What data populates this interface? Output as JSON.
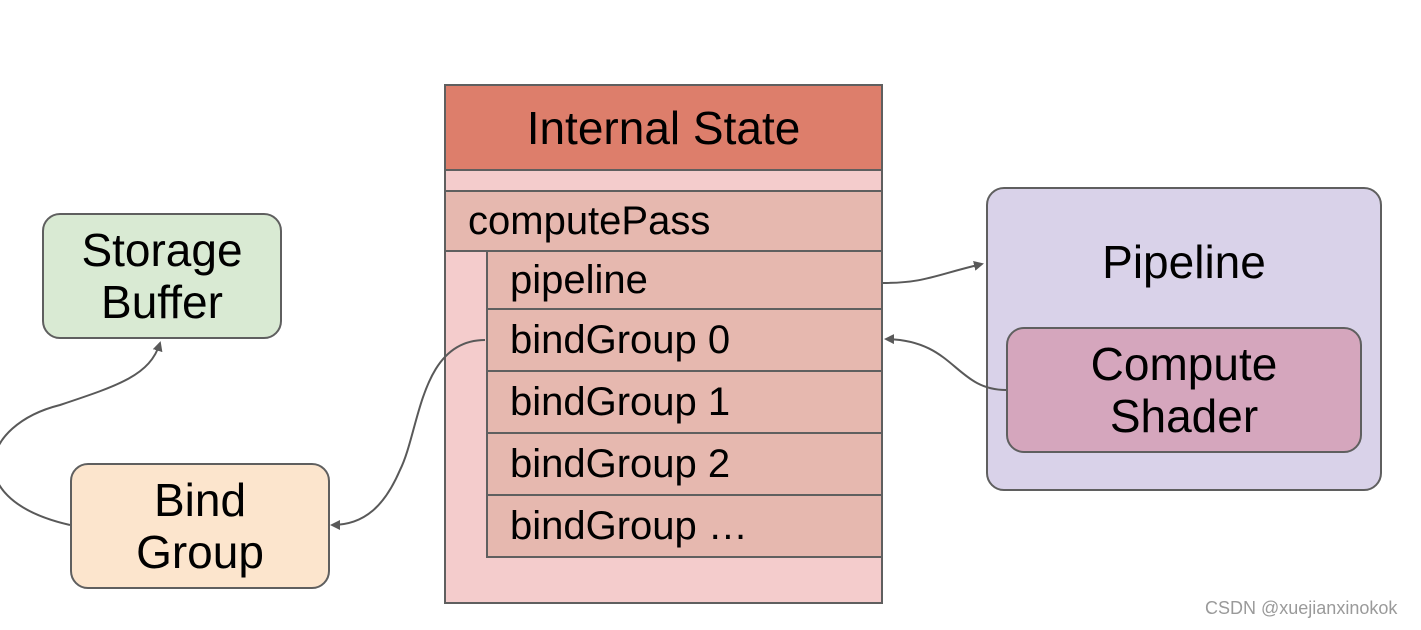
{
  "nodes": {
    "storage_buffer": {
      "line1": "Storage",
      "line2": "Buffer"
    },
    "bind_group": {
      "line1": "Bind",
      "line2": "Group"
    },
    "internal_state": {
      "title": "Internal State",
      "compute_pass": "computePass",
      "rows": [
        "pipeline",
        "bindGroup 0",
        "bindGroup 1",
        "bindGroup 2",
        "bindGroup …"
      ]
    },
    "pipeline": {
      "title": "Pipeline",
      "compute_shader": {
        "line1": "Compute",
        "line2": "Shader"
      }
    }
  },
  "colors": {
    "storage_buffer": "#d9ead3",
    "bind_group": "#fce5cd",
    "internal_state_bg": "#f4cccc",
    "internal_state_header": "#dd7e6b",
    "rows": "#e6b8af",
    "pipeline": "#d9d2e9",
    "compute_shader": "#d5a6bd",
    "border": "#5f5f5f",
    "arrows": "#595959"
  },
  "watermark": "CSDN @xuejianxinokok"
}
